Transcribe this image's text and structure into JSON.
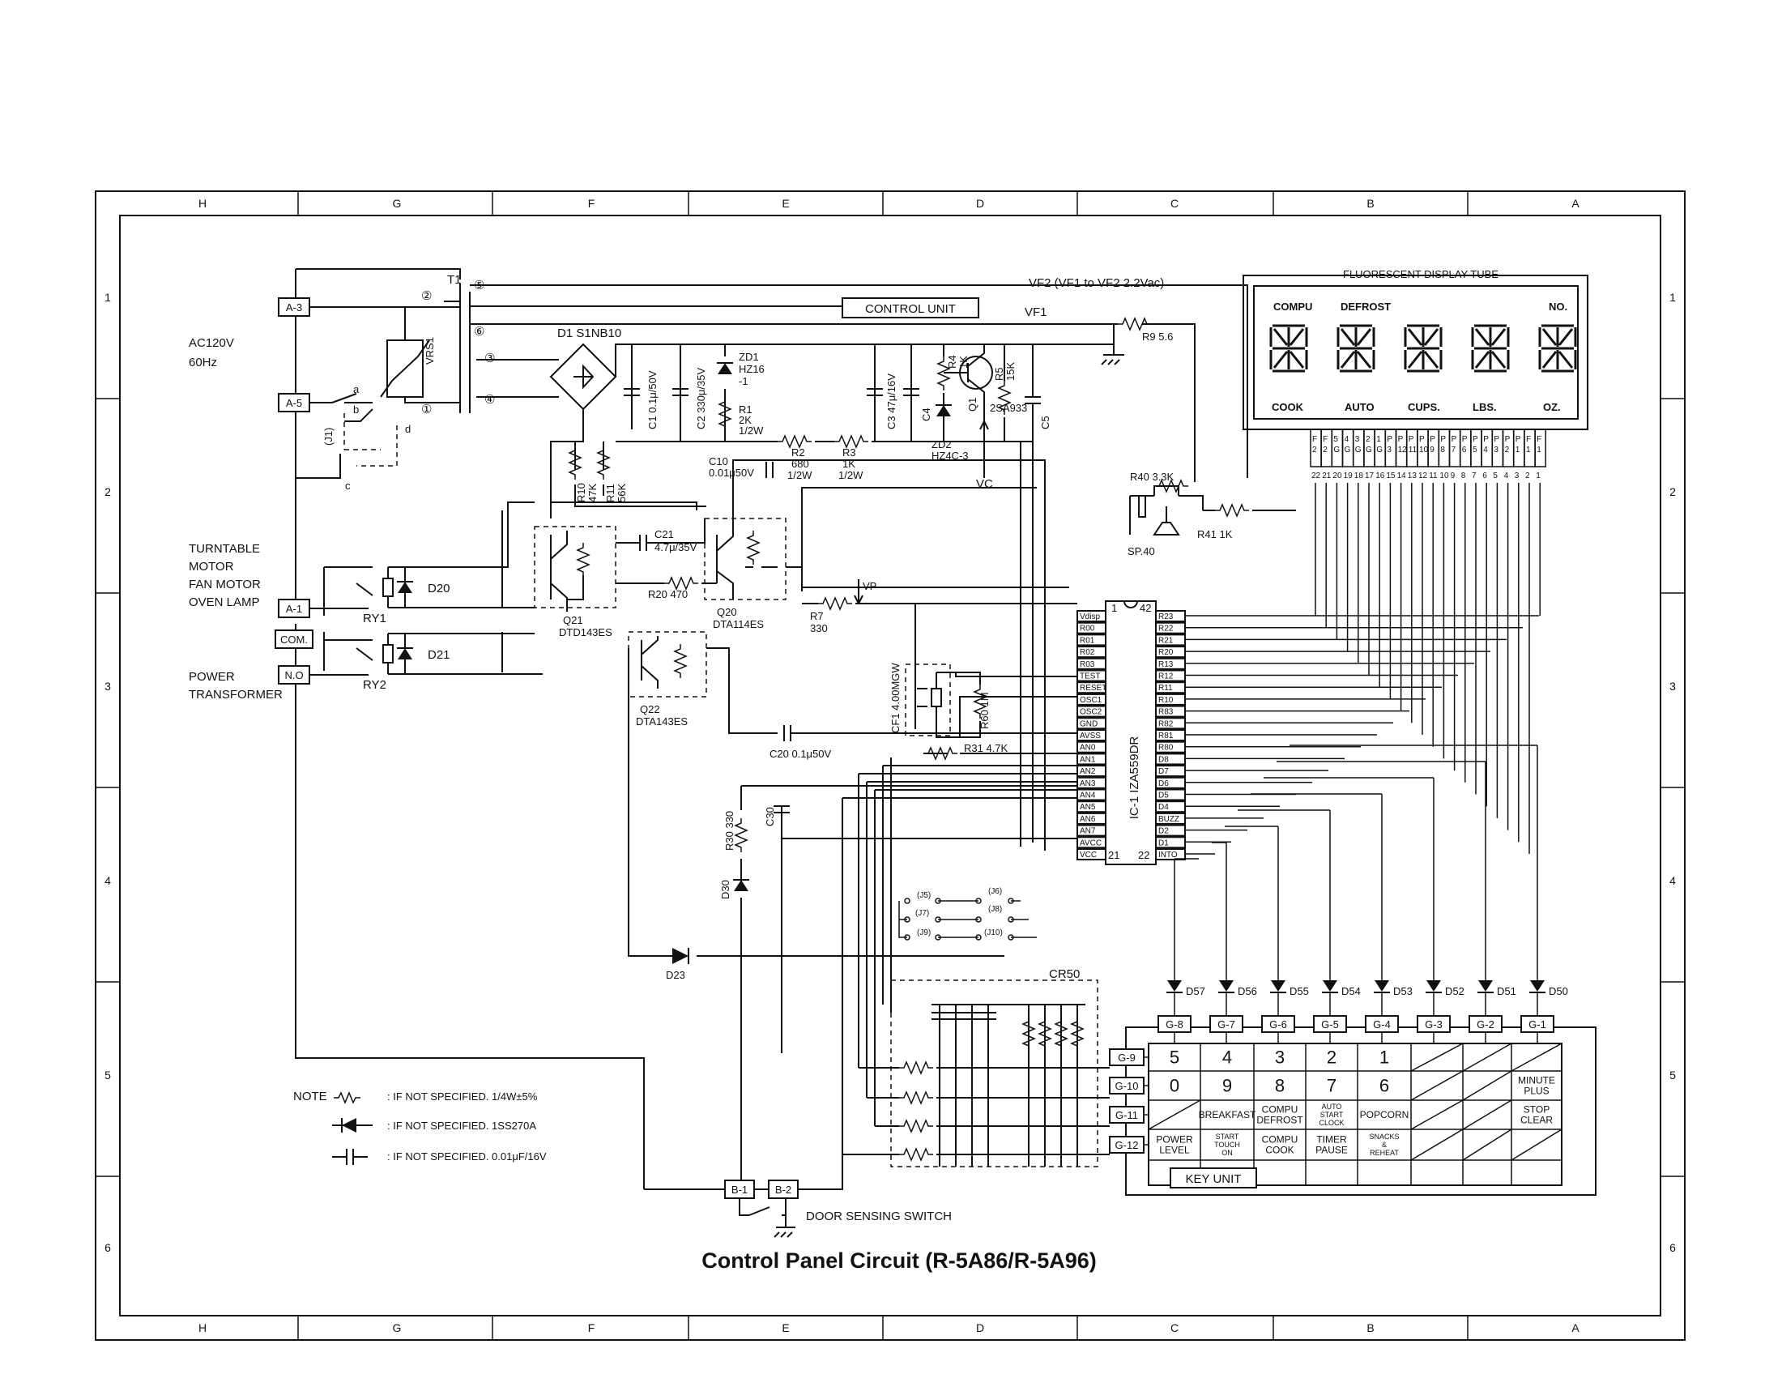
{
  "title": "Control Panel Circuit (R-5A86/R-5A96)",
  "zones": {
    "columns": [
      "H",
      "G",
      "F",
      "E",
      "D",
      "C",
      "B",
      "A"
    ],
    "rows": [
      "1",
      "2",
      "3",
      "4",
      "5",
      "6"
    ]
  },
  "connectors": {
    "a3": "A-3",
    "a5": "A-5",
    "a1": "A-1",
    "com": "COM.",
    "no": "N.O",
    "b1": "B-1",
    "b2": "B-2"
  },
  "power": {
    "supply": "AC120V",
    "freq": "60Hz"
  },
  "loads": [
    "TURNTABLE",
    "MOTOR",
    "FAN MOTOR",
    "OVEN LAMP"
  ],
  "power_transformer": [
    "POWER",
    "TRANSFORMER"
  ],
  "relays": {
    "ry1": "RY1",
    "ry2": "RY2"
  },
  "transformer": {
    "name": "T1",
    "pins": [
      "⑤",
      "②",
      "⑥",
      "③",
      "④",
      "①"
    ]
  },
  "switch_labels": {
    "a": "a",
    "b": "b",
    "c": "c",
    "d": "d",
    "j1": "(J1)"
  },
  "varistor": "VRS1",
  "control_unit": "CONTROL UNIT",
  "vf2": "VF2 (VF1 to VF2  2.2Vac)",
  "vf1": "VF1",
  "vp": "VP",
  "vc": "VC",
  "parts": {
    "d1": "D1 S1NB10",
    "c1": "C1 0.1μ/50V",
    "c2": "C2 330μ/35V",
    "zd1": "ZD1",
    "zd1v": "HZ16",
    "zd1n": "-1",
    "r1": "R1",
    "r1v": "2K",
    "r1w": "1/2W",
    "r10": "R10",
    "r10v": "47K",
    "r11": "R11",
    "r11v": "56K",
    "c10": "C10",
    "c10v": "0.01μ50V",
    "r2": "R2",
    "r2v": "680",
    "r2w": "1/2W",
    "r3": "R3",
    "r3v": "1K",
    "r3w": "1/2W",
    "c3": "C3 47μ/16V",
    "c4": "C4",
    "r4": "R4",
    "r4v": "1K",
    "q1": "Q1",
    "q1v": "2SA933",
    "r5": "R5",
    "r5v": "15K",
    "c5": "C5",
    "zd2": "ZD2",
    "zd2v": "HZ4C-3",
    "r9": "R9 5.6",
    "r40": "R40 3.3K",
    "r41": "R41 1K",
    "sp40": "SP.40",
    "c21": "C21",
    "c21v": "4.7μ/35V",
    "r20": "R20 470",
    "q21": "Q21",
    "q21v": "DTD143ES",
    "q20": "Q20",
    "q20v": "DTA114ES",
    "r7": "R7",
    "r7v": "330",
    "q22": "Q22",
    "q22v": "DTA143ES",
    "cf1": "CF1 4.00MGW",
    "r60": "R60 1M",
    "r31": "R31 4.7K",
    "c20": "C20 0.1μ50V",
    "r30": "R30 330",
    "c30": "C30",
    "d30": "D30",
    "d23": "D23",
    "d20": "D20",
    "d21": "D21",
    "cr50": "CR50"
  },
  "jumpers": [
    "(J5)",
    "(J6)",
    "(J7)",
    "(J8)",
    "(J9)",
    "(J10)"
  ],
  "ic": {
    "name": "IC-1  IZA559DR",
    "pin_left_top": "1",
    "pin_right_top": "42",
    "pin_left_bottom": "21",
    "pin_right_bottom": "22",
    "left_pins": [
      "Vdisp",
      "R00",
      "R01",
      "R02",
      "R03",
      "TEST",
      "RESET",
      "OSC1",
      "OSC2",
      "GND",
      "AVSS",
      "AN0",
      "AN1",
      "AN2",
      "AN3",
      "AN4",
      "AN5",
      "AN6",
      "AN7",
      "AVCC",
      "VCC"
    ],
    "right_pins": [
      "R23",
      "R22",
      "R21",
      "R20",
      "R13",
      "R12",
      "R11",
      "R10",
      "R83",
      "R82",
      "R81",
      "R80",
      "D8",
      "D7",
      "D6",
      "D5",
      "D4",
      "BUZZ",
      "D2",
      "D1",
      "INTO"
    ]
  },
  "display": {
    "title": "FLUORESCENT DISPLAY TUBE",
    "top_labels": [
      "COMPU",
      "DEFROST",
      "NO."
    ],
    "bottom_labels": [
      "COOK",
      "AUTO",
      "CUPS.",
      "LBS.",
      "OZ."
    ],
    "pin_names": [
      "F2",
      "F2",
      "5G",
      "4G",
      "3G",
      "2G",
      "1G",
      "P3",
      "P12",
      "P11",
      "P10",
      "P9",
      "P8",
      "P7",
      "P6",
      "P5",
      "P4",
      "P3",
      "P2",
      "P1",
      "F1",
      "F1"
    ],
    "pin_numbers": [
      "22",
      "21",
      "20",
      "19",
      "18",
      "17",
      "16",
      "15",
      "14",
      "13",
      "12",
      "11",
      "10",
      "9",
      "8",
      "7",
      "6",
      "5",
      "4",
      "3",
      "2",
      "1"
    ]
  },
  "diodes": [
    "D57",
    "D56",
    "D55",
    "D54",
    "D53",
    "D52",
    "D51",
    "D50"
  ],
  "key_unit": {
    "label": "KEY UNIT",
    "g_cols": [
      "G-8",
      "G-7",
      "G-6",
      "G-5",
      "G-4",
      "G-3",
      "G-2",
      "G-1"
    ],
    "g_rows": [
      "G-9",
      "G-10",
      "G-11",
      "G-12"
    ],
    "keys": [
      [
        "5",
        "4",
        "3",
        "2",
        "1",
        "",
        "",
        ""
      ],
      [
        "0",
        "9",
        "8",
        "7",
        "6",
        "",
        "",
        "MINUTE PLUS"
      ],
      [
        "",
        "BREAKFAST",
        "COMPU DEFROST",
        "AUTO START CLOCK",
        "POPCORN",
        "",
        "",
        "STOP CLEAR"
      ],
      [
        "POWER LEVEL",
        "START TOUCH ON",
        "COMPU COOK",
        "TIMER PAUSE",
        "SNACKS & REHEAT",
        "",
        "",
        ""
      ]
    ]
  },
  "door_switch": "DOOR SENSING SWITCH",
  "notes": {
    "label": "NOTE",
    "items": [
      ": IF NOT SPECIFIED. 1/4W±5%",
      ": IF NOT SPECIFIED. 1SS270A",
      ": IF NOT SPECIFIED. 0.01μF/16V"
    ]
  }
}
